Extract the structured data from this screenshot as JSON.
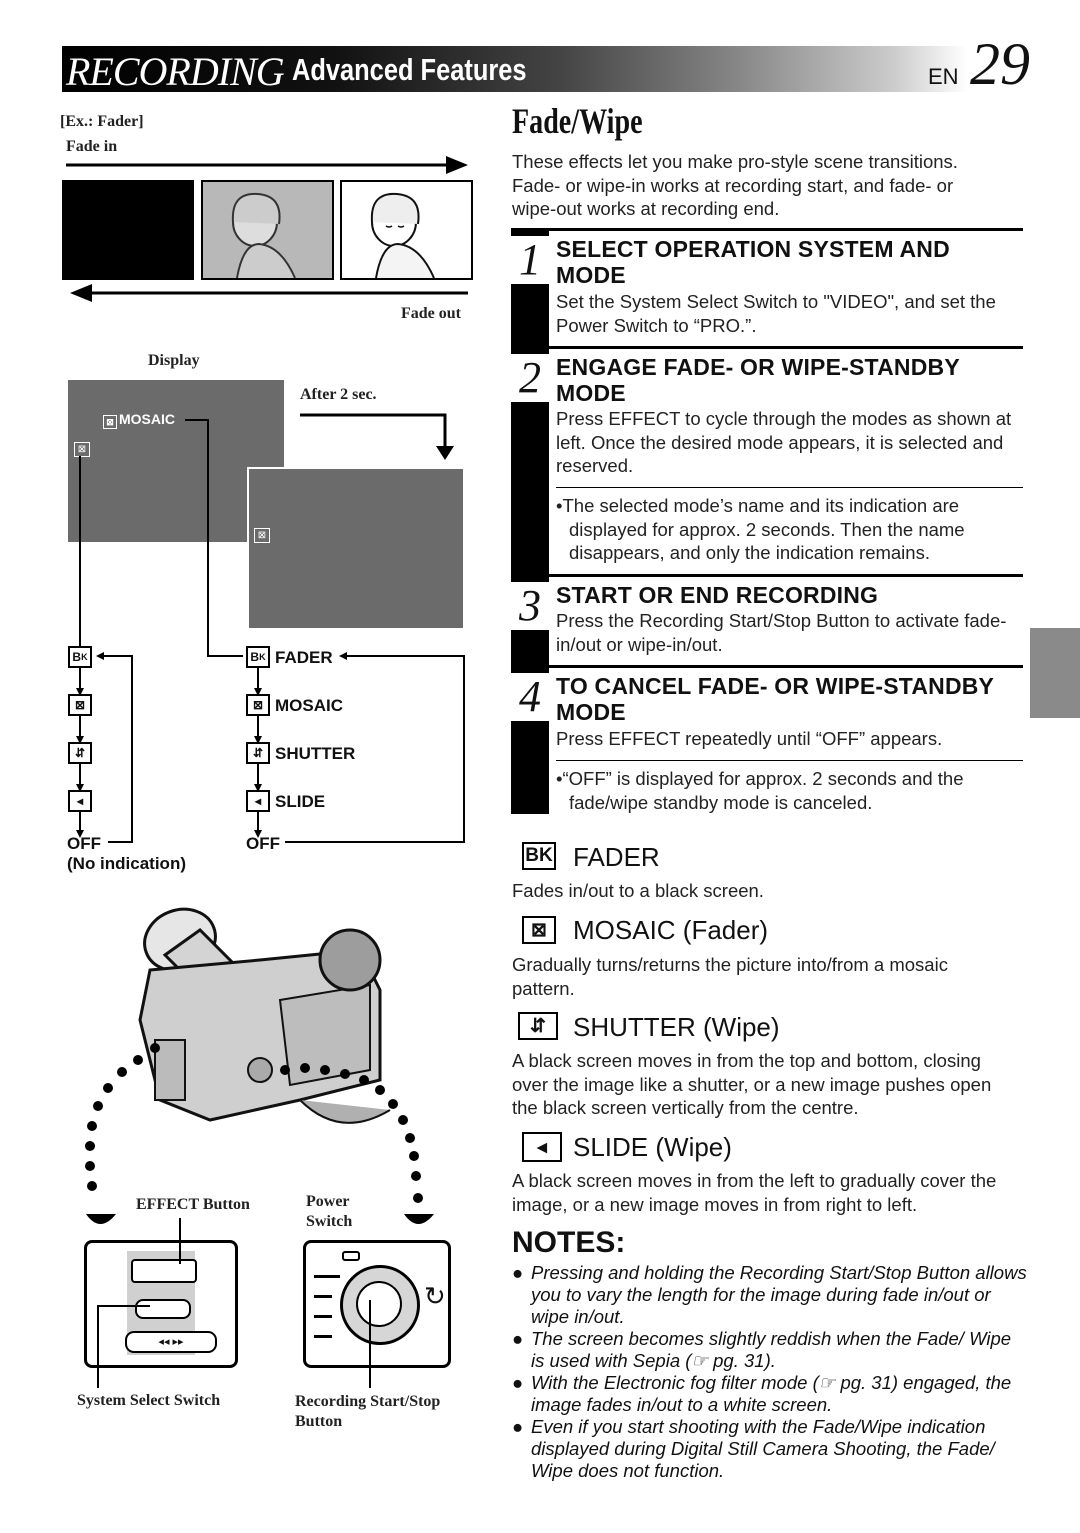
{
  "header": {
    "brand": "RECORDING",
    "section": "Advanced Features",
    "page_prefix": "EN",
    "page_number": "29"
  },
  "left": {
    "example_label": "[Ex.: Fader]",
    "fade_in": "Fade in",
    "fade_out": "Fade out",
    "display_label": "Display",
    "after_label": "After 2 sec.",
    "screen_mode": "MOSAIC",
    "sequence_left": {
      "off": "OFF",
      "no_indication": "(No indication)"
    },
    "sequence_right": {
      "fader": "FADER",
      "mosaic": "MOSAIC",
      "shutter": "SHUTTER",
      "slide": "SLIDE",
      "off": "OFF"
    },
    "effect_button": "EFFECT Button",
    "power_switch": "Power Switch",
    "system_select_switch": "System Select Switch",
    "rec_button": "Recording Start/Stop Button"
  },
  "right": {
    "title": "Fade/Wipe",
    "intro": "These effects let you make pro-style scene transitions. Fade- or wipe-in works at recording start, and fade- or wipe-out works at recording end.",
    "steps": [
      {
        "num": "1",
        "title": "SELECT OPERATION SYSTEM AND MODE",
        "body": "Set the System Select Switch to \"VIDEO\", and set the Power Switch to “PRO.”."
      },
      {
        "num": "2",
        "title": "ENGAGE FADE- OR WIPE-STANDBY MODE",
        "body": "Press EFFECT to cycle through the modes as shown at left. Once the desired mode appears, it is selected and reserved.",
        "bullet": "•The selected mode’s name and its indication are displayed for approx. 2 seconds. Then the name disappears, and only the indication remains."
      },
      {
        "num": "3",
        "title": "START OR END RECORDING",
        "body": "Press the Recording Start/Stop Button to activate fade-in/out or wipe-in/out."
      },
      {
        "num": "4",
        "title": "TO CANCEL FADE- OR WIPE-STANDBY MODE",
        "body": "Press EFFECT repeatedly until “OFF” appears.",
        "bullet": "•“OFF” is displayed for approx. 2 seconds and the fade/wipe standby mode is canceled."
      }
    ],
    "modes": [
      {
        "icon_text": "BK",
        "title": "FADER",
        "desc": "Fades in/out to a black screen."
      },
      {
        "icon_text": "",
        "title": "MOSAIC (Fader)",
        "desc": "Gradually turns/returns the picture into/from a mosaic pattern."
      },
      {
        "icon_text": "",
        "title": "SHUTTER (Wipe)",
        "desc": "A black screen moves in from the top and bottom, closing over the image like a shutter, or a new image pushes open the black screen vertically from the centre."
      },
      {
        "icon_text": "",
        "title": "SLIDE (Wipe)",
        "desc": "A black screen moves in from the left to gradually cover the image, or a new image moves in from right to left."
      }
    ],
    "notes_title": "NOTES:",
    "notes": [
      "Pressing and holding the Recording Start/Stop Button allows you to vary the length for the image during fade in/out or wipe in/out.",
      "The screen becomes slightly reddish when the Fade/ Wipe is used with Sepia (☞ pg. 31).",
      "With the Electronic fog filter mode (☞ pg. 31) engaged, the image fades in/out to a white screen.",
      "Even if you start shooting with the Fade/Wipe indication displayed during Digital Still Camera Shooting, the Fade/ Wipe does not function."
    ]
  }
}
